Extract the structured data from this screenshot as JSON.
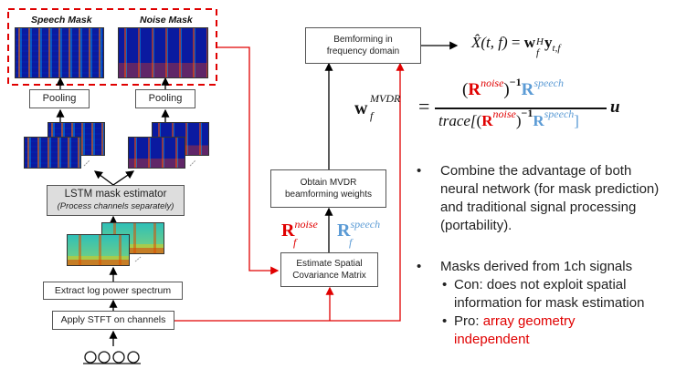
{
  "diagram": {
    "masks": {
      "speech_label": "Speech Mask",
      "noise_label": "Noise Mask"
    },
    "pooling_left": "Pooling",
    "pooling_right": "Pooling",
    "lstm": {
      "title": "LSTM mask estimator",
      "subtitle": "(Process channels separately)"
    },
    "extract_box": "Extract log power spectrum",
    "stft_box": "Apply STFT on channels",
    "microphone_count": 4,
    "beamforming_box": {
      "line1": "Bemforming in",
      "line2": "frequency domain"
    },
    "mvdr_box": {
      "line1": "Obtain MVDR",
      "line2": "beamforming weights"
    },
    "covariance_box": {
      "line1": "Estimate Spatial",
      "line2": "Covariance Matrix"
    },
    "r_noise": {
      "base": "R",
      "sub": "f",
      "sup": "noise"
    },
    "r_speech": {
      "base": "R",
      "sub": "f",
      "sup": "speech"
    },
    "colors": {
      "red": "#e00000",
      "blue": "#5b9bd5",
      "gray_box": "#dddddd"
    }
  },
  "equations": {
    "output": {
      "lhs": "X̂(t, f)",
      "eq": "=",
      "w": "w",
      "w_sup": "H",
      "w_sub": "f",
      "y": "y",
      "y_sub": "t,f"
    },
    "mvdr": {
      "w": "w",
      "w_sub": "f",
      "w_sup": "MVDR",
      "eq": "=",
      "num_open": "(",
      "num_close": ")",
      "inv": "−1",
      "den_trace": "trace[",
      "den_close": "]",
      "u": "u",
      "noise_sup": "noise",
      "speech_sup": "speech",
      "R": "R",
      "f": "f"
    }
  },
  "bullets": [
    {
      "text": "Combine the advantage of both neural network (for mask prediction) and traditional signal processing (portability)."
    },
    {
      "text": "Masks derived from 1ch signals",
      "sub": [
        {
          "prefix": "Con: ",
          "text": "does not exploit spatial information for mask estimation",
          "highlight": ""
        },
        {
          "prefix": "Pro: ",
          "text": "",
          "highlight": "array geometry independent"
        }
      ]
    }
  ]
}
